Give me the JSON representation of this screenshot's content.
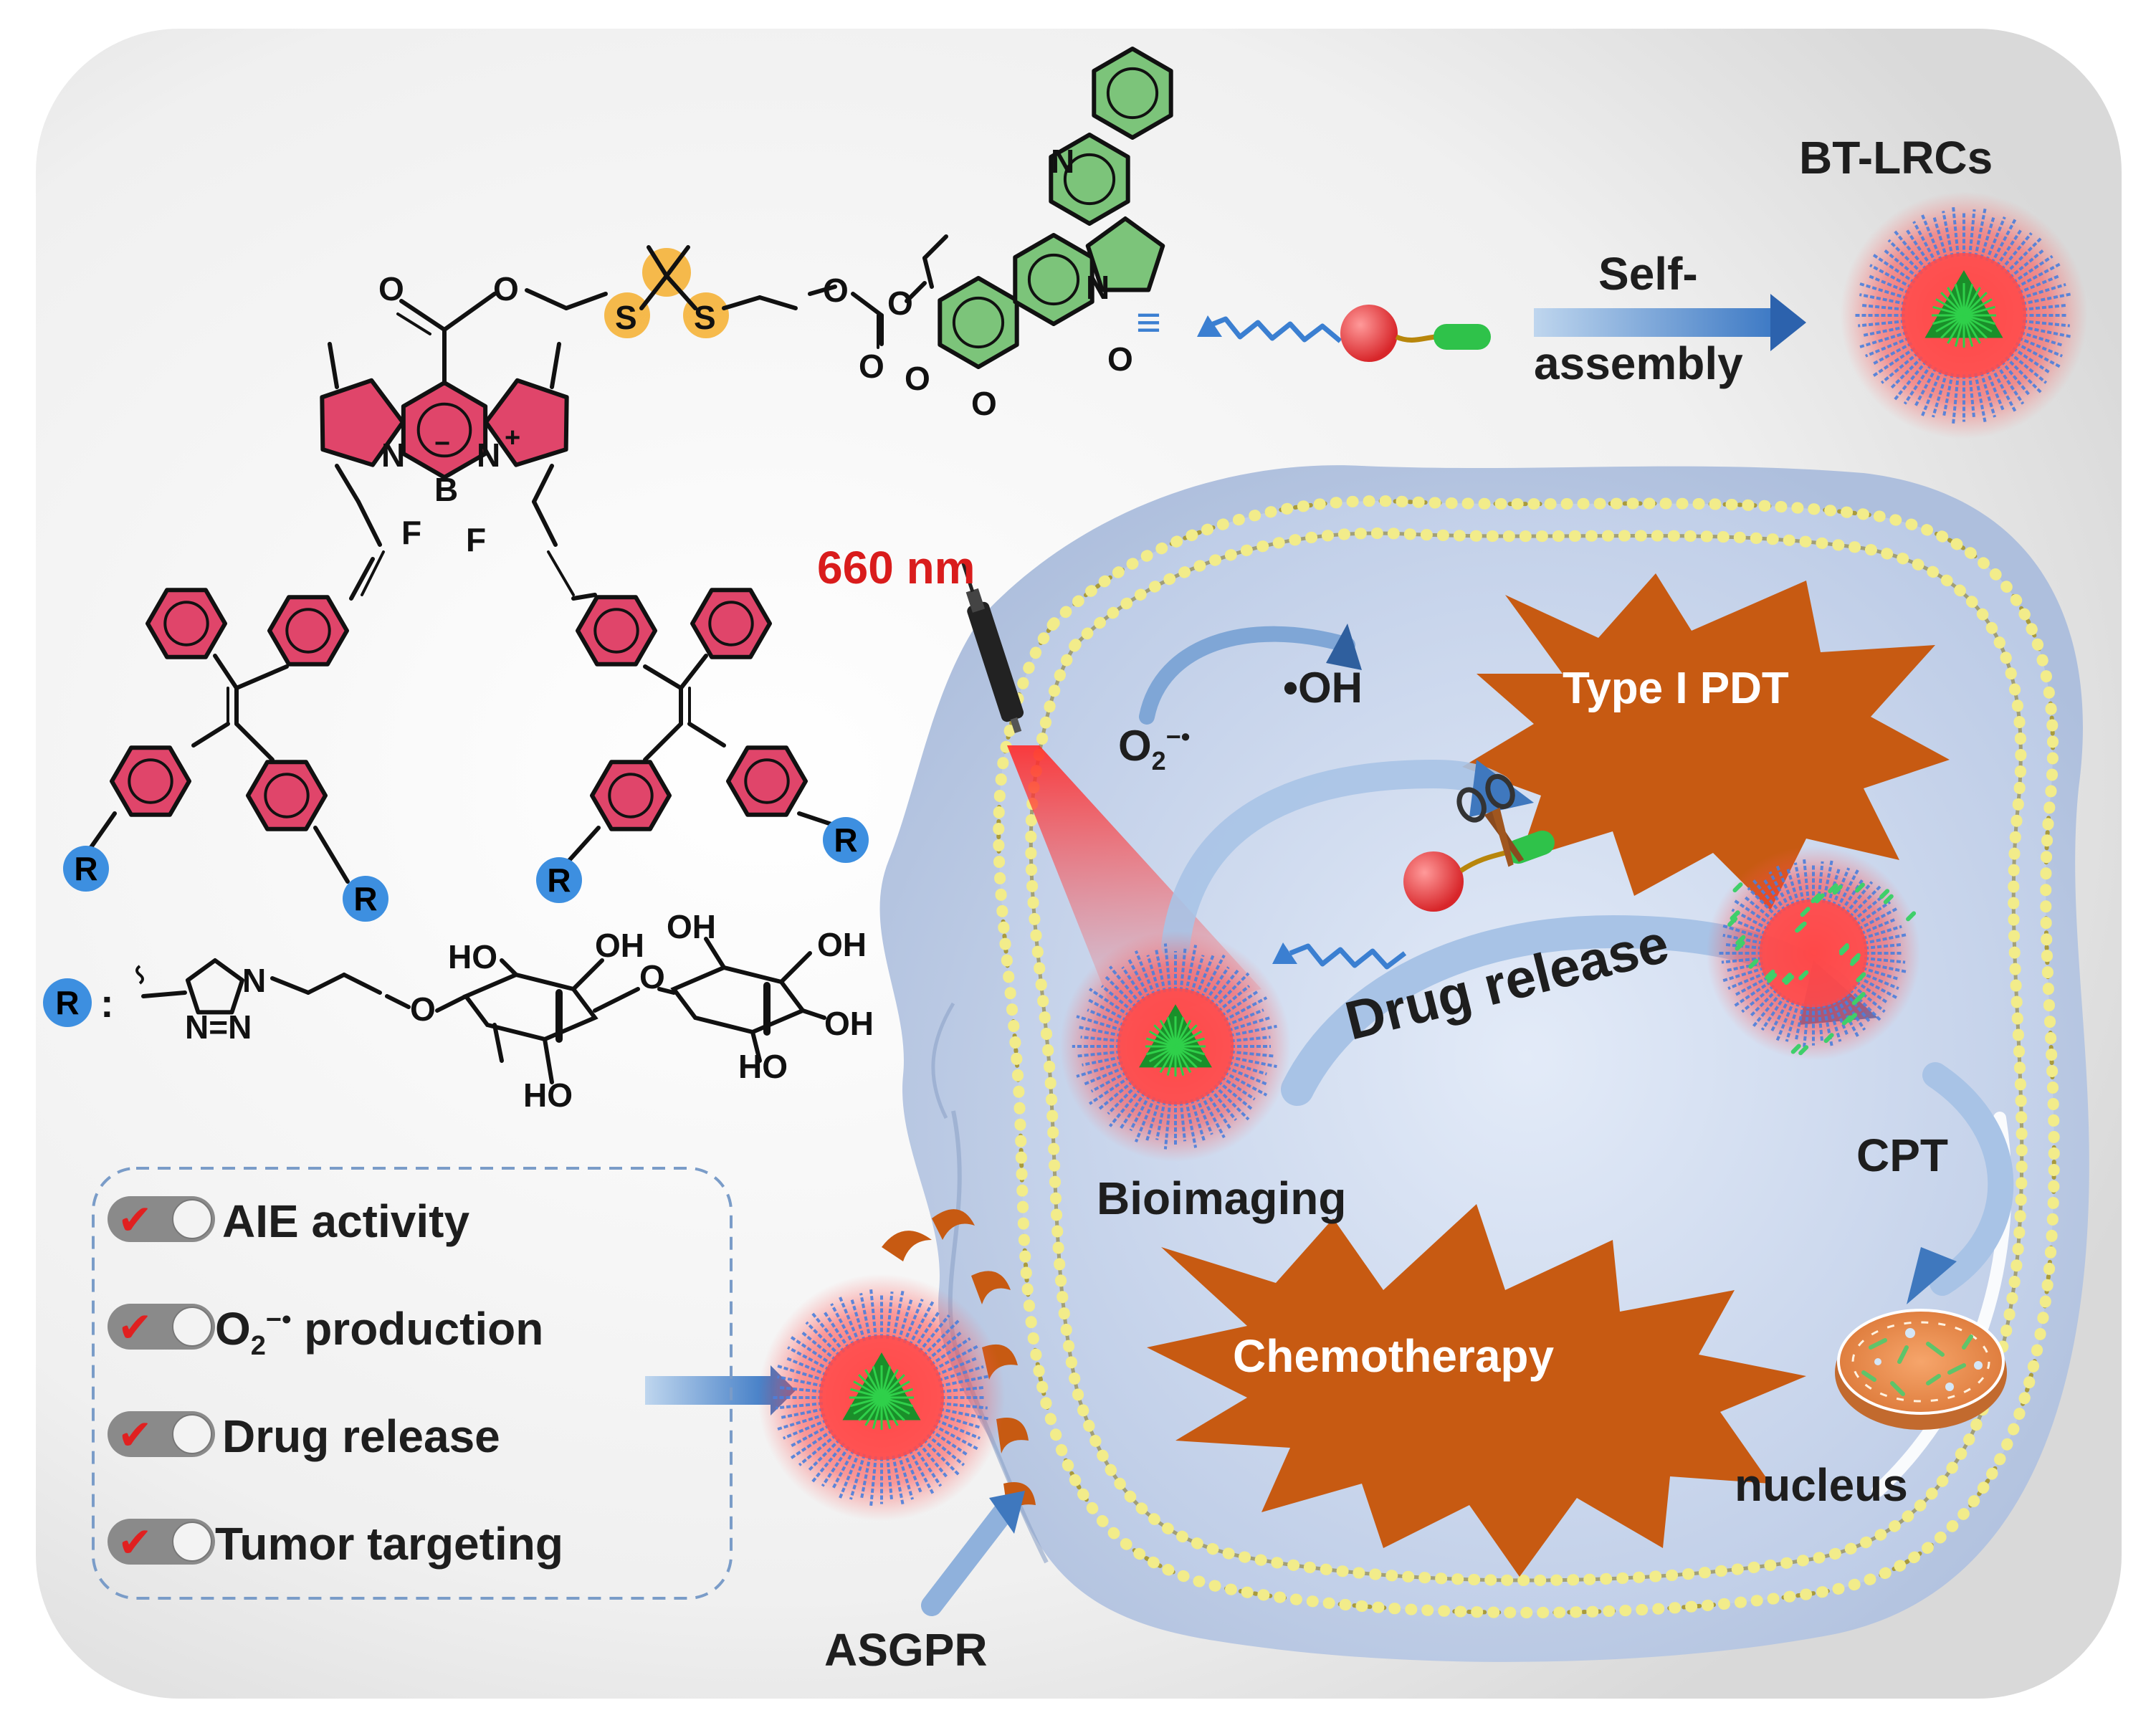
{
  "diagram": {
    "title": "BT-LRCs",
    "self_assembly": {
      "line1": "Self-",
      "line2": "assembly"
    },
    "light": "660 nm",
    "species": {
      "hydroxyl": "•OH",
      "superoxide_base": "O",
      "superoxide_sub": "2",
      "superoxide_sup": "−•"
    },
    "type_i_pdt": "Type I PDT",
    "drug_release_curved": "Drug release",
    "bioimaging": "Bioimaging",
    "cpt": "CPT",
    "chemotherapy": "Chemotherapy",
    "nucleus": "nucleus",
    "asgpr": "ASGPR",
    "equiv_symbol": "≡"
  },
  "features": [
    {
      "label": "AIE activity",
      "checked": true
    },
    {
      "label_base": "O",
      "label_sub": "2",
      "label_sup": "−•",
      "label_rest": " production",
      "checked": true
    },
    {
      "label": "Drug release",
      "checked": true
    },
    {
      "label": "Tumor targeting",
      "checked": true
    }
  ],
  "check_symbol": "✔",
  "molecule": {
    "atoms": {
      "carbonyl_O": "O",
      "ester_O": "O",
      "carbonate_O1": "O",
      "carbonate_O2": "O",
      "carbonate_O3": "O",
      "S1": "S",
      "S2": "S",
      "quinoline_N": "N",
      "lactam_N": "N",
      "lactam_O": "O",
      "lactone_O": "O",
      "ring_O": "O",
      "bodipy_N1": "N",
      "bodipy_N2": "N",
      "boron": "B",
      "minus": "−",
      "plus": "+",
      "F1": "F",
      "F2": "F",
      "R": "R"
    },
    "r_group": {
      "label": "R",
      "colon": ":",
      "triazole_N1": "N",
      "triazole_N23": "N=N",
      "O1": "O",
      "O2": "O",
      "HO1": "HO",
      "OH1": "OH",
      "OH2": "OH",
      "OH3": "OH",
      "OH4": "OH",
      "HO2": "HO",
      "HO3": "HO"
    }
  },
  "colors": {
    "bodipy_red": "#e0456a",
    "cpt_green": "#7cc47a",
    "sulfur_yellow": "#f5b338",
    "r_blue": "#3d8fe0",
    "burst_orange": "#c75a12",
    "cell_blue": "#c8d7ee",
    "laser_red": "#d91c1c"
  }
}
